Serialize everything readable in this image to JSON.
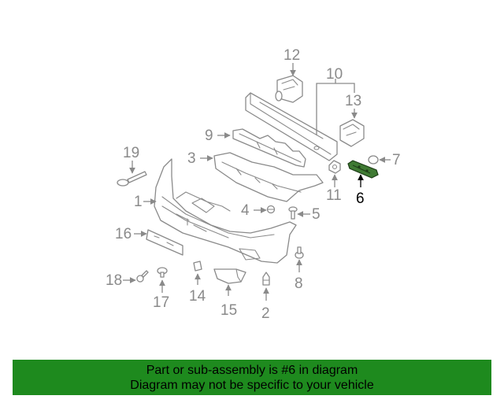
{
  "diagram": {
    "callouts": {
      "c1": "1",
      "c2": "2",
      "c3": "3",
      "c4": "4",
      "c5": "5",
      "c6": "6",
      "c7": "7",
      "c8": "8",
      "c9": "9",
      "c10": "10",
      "c11": "11",
      "c12": "12",
      "c13": "13",
      "c14": "14",
      "c15": "15",
      "c16": "16",
      "c17": "17",
      "c18": "18",
      "c19": "19"
    },
    "highlighted_part": "6",
    "highlight_color": "#3f7a33",
    "line_color": "#8a8a8a"
  },
  "banner": {
    "line1": "Part or sub-assembly is #6 in diagram",
    "line2": "Diagram may not be specific to your vehicle",
    "background": "#1e8a1e"
  }
}
